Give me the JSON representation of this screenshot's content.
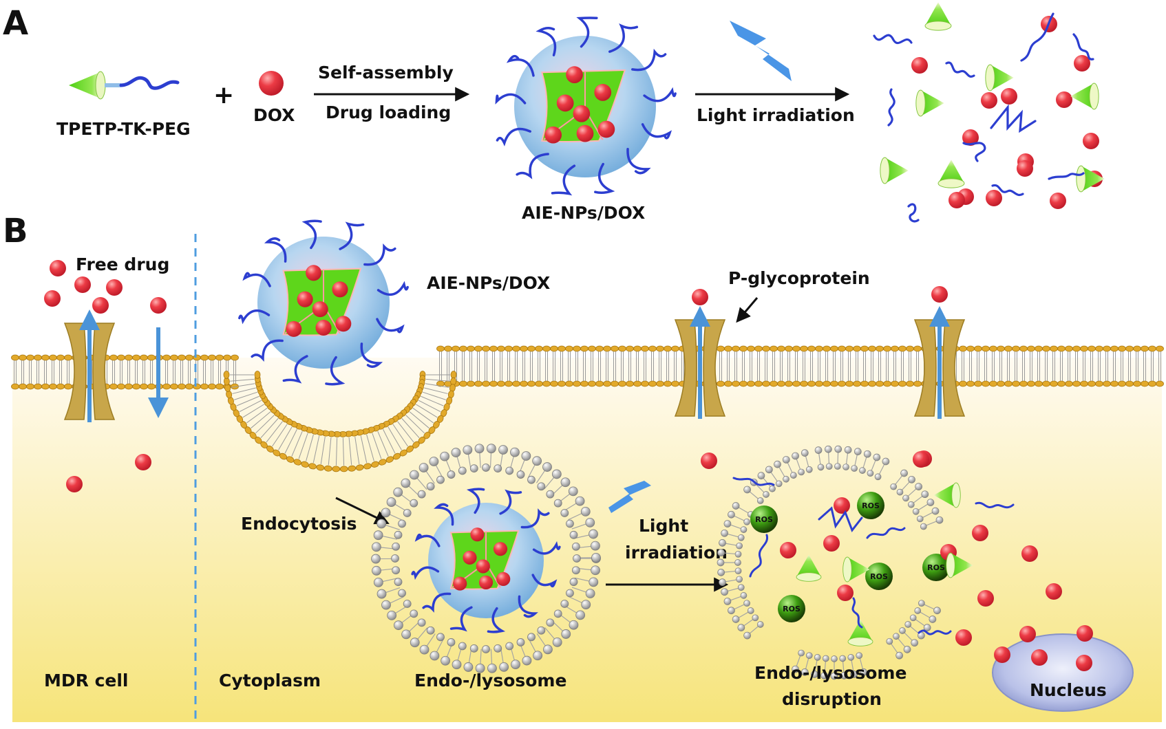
{
  "panels": {
    "a": "A",
    "b": "B"
  },
  "panel_a": {
    "label_molecule": "TPETP-TK-PEG",
    "plus": "+",
    "label_dox": "DOX",
    "arrow1_top": "Self-assembly",
    "arrow1_bottom": "Drug loading",
    "label_np": "AIE-NPs/DOX",
    "arrow2_label": "Light irradiation"
  },
  "panel_b": {
    "free_drug": "Free drug",
    "np_label": "AIE-NPs/DOX",
    "pgp_label": "P-glycoprotein",
    "endocytosis": "Endocytosis",
    "light_line1": "Light",
    "light_line2": "irradiation",
    "mdr_cell": "MDR cell",
    "cytoplasm": "Cytoplasm",
    "endo_lysosome": "Endo-/lysosome",
    "disruption_line1": "Endo-/lysosome",
    "disruption_line2": "disruption",
    "nucleus": "Nucleus",
    "ros": "ROS"
  },
  "colors": {
    "dox": "#e8323e",
    "aie_core": "#5ed61b",
    "peg": "#2c3ed0",
    "np_shell": "#a9cdec",
    "membrane_head": "#e2a92a",
    "vesicle_head": "#b8b8b8",
    "pgp": "#c8a64a",
    "arrow_blue": "#4a93d8",
    "cytoplasm_top": "#fffaf0",
    "cytoplasm_bottom": "#f6e57c",
    "nucleus": "#b7bfe6",
    "ros": "#3f9e17",
    "lightning": "#4a95e6"
  }
}
